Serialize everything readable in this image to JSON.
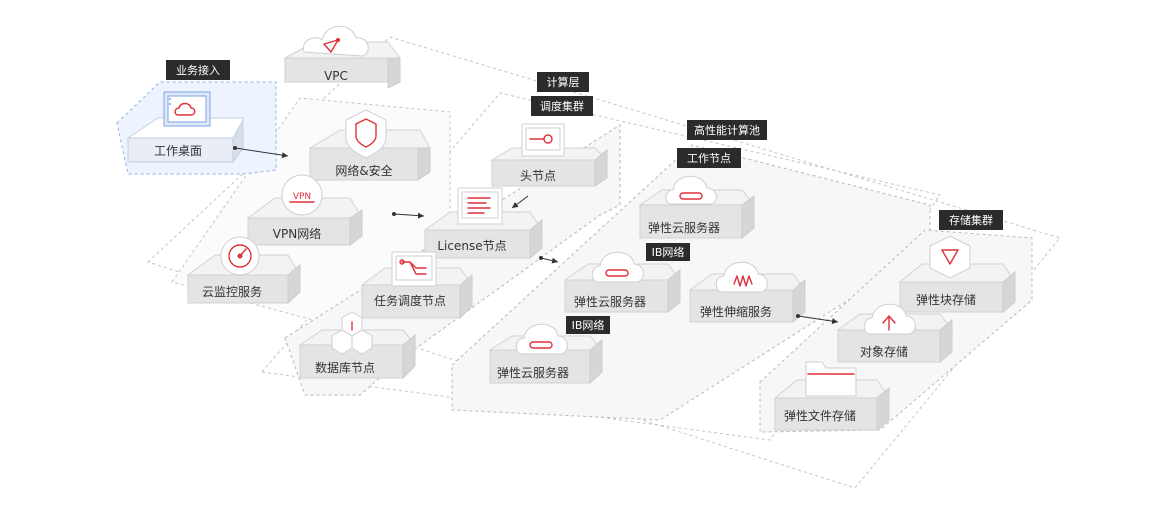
{
  "zones": {
    "access_tag": "业务接入",
    "compute_tag": "计算层",
    "scheduling_tag": "调度集群",
    "hpc_tag": "高性能计算池",
    "worker_tag": "工作节点",
    "storage_tag": "存储集群"
  },
  "nodes": {
    "vpc": "VPC",
    "workstation": "工作桌面",
    "network_security": "网络&安全",
    "vpn": "VPN网络",
    "cloud_monitor": "云监控服务",
    "head_node": "头节点",
    "license_node": "License节点",
    "job_scheduler_node": "任务调度节点",
    "database_node": "数据库节点",
    "ecs_top": "弹性云服务器",
    "ecs_mid": "弹性云服务器",
    "ecs_bottom": "弹性云服务器",
    "auto_scaling": "弹性伸缩服务",
    "block_storage": "弹性块存储",
    "object_storage": "对象存储",
    "file_storage": "弹性文件存储"
  },
  "badges": {
    "ib_mid": "IB网络",
    "ib_bottom": "IB网络",
    "vpn_icon_text": "VPN"
  },
  "colors": {
    "accent": "#e0303a",
    "tag_bg": "#2b2b2b",
    "access_zone": "#eef4ff"
  }
}
